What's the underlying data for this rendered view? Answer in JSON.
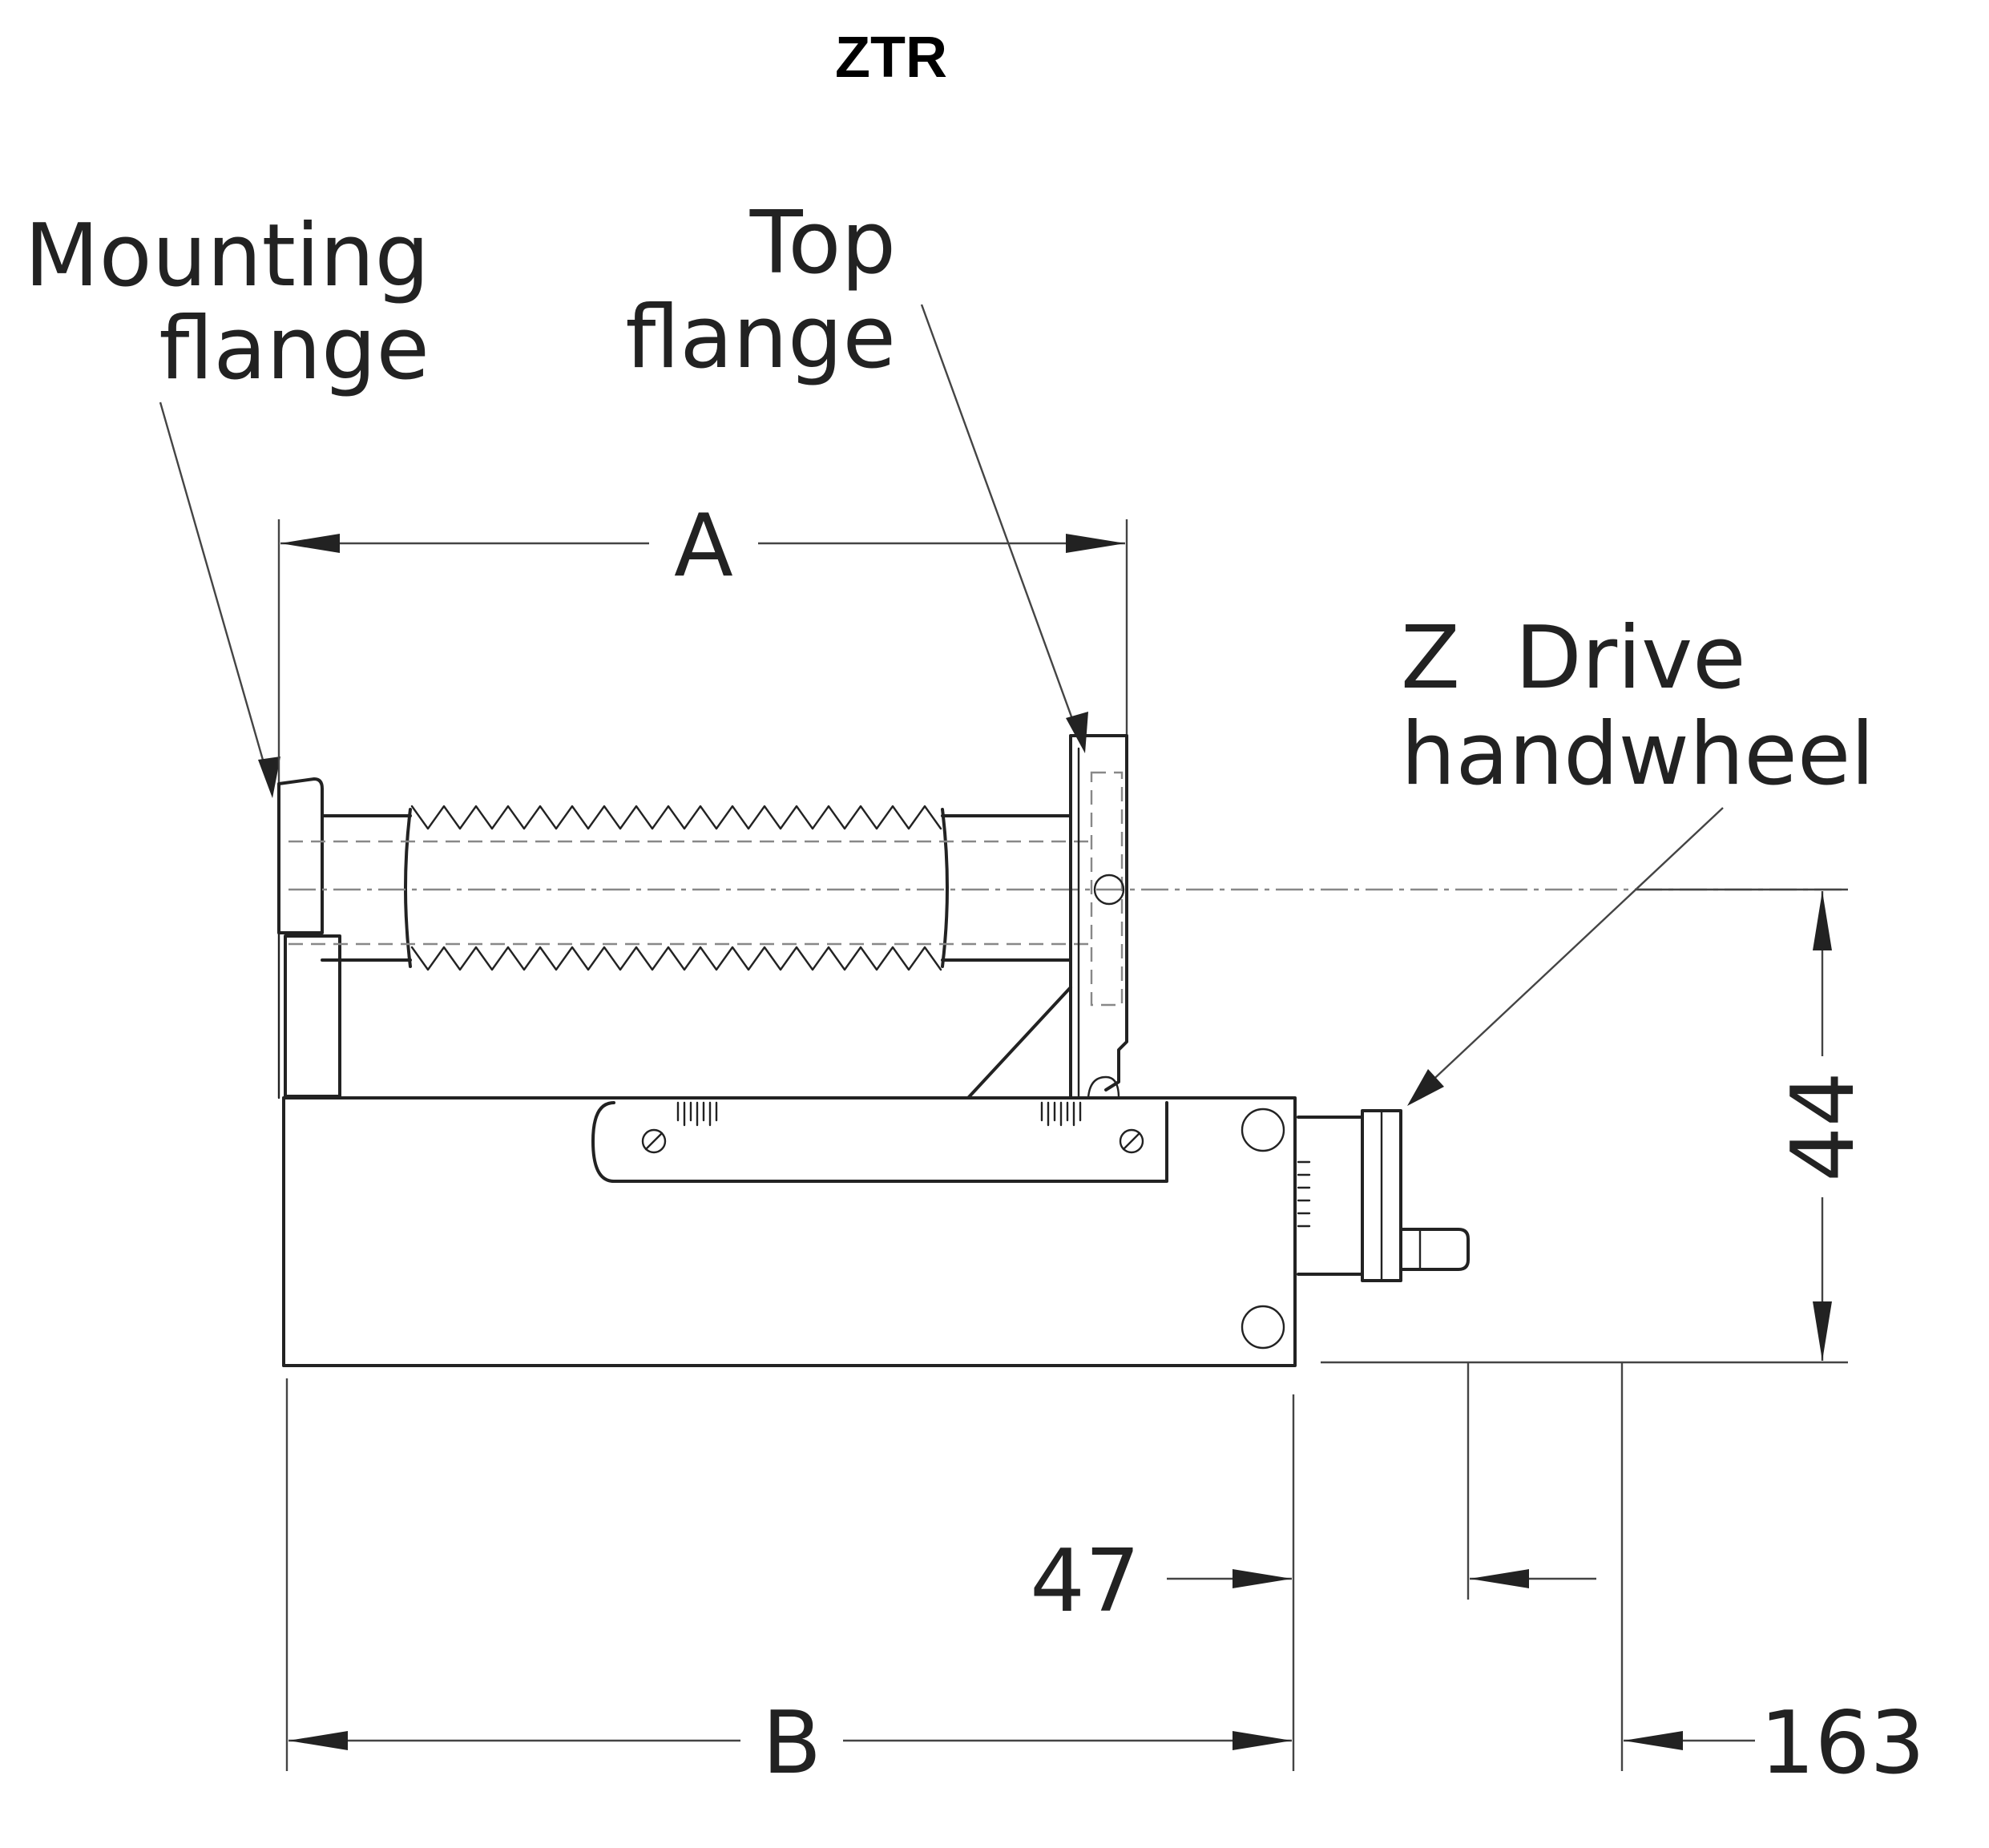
{
  "title": "ZTR",
  "labels": {
    "mounting_flange_line1": "Mounting",
    "mounting_flange_line2": "flange",
    "top_flange_line1": "Top",
    "top_flange_line2": "flange",
    "z_drive_line1": "Z  Drive",
    "z_drive_line2": "handwheel"
  },
  "dimensions": {
    "a": "A",
    "b": "B",
    "d44": "44",
    "d47": "47",
    "d163": "163"
  },
  "colors": {
    "line": "#222222",
    "hidden": "#888888",
    "background": "#ffffff"
  }
}
